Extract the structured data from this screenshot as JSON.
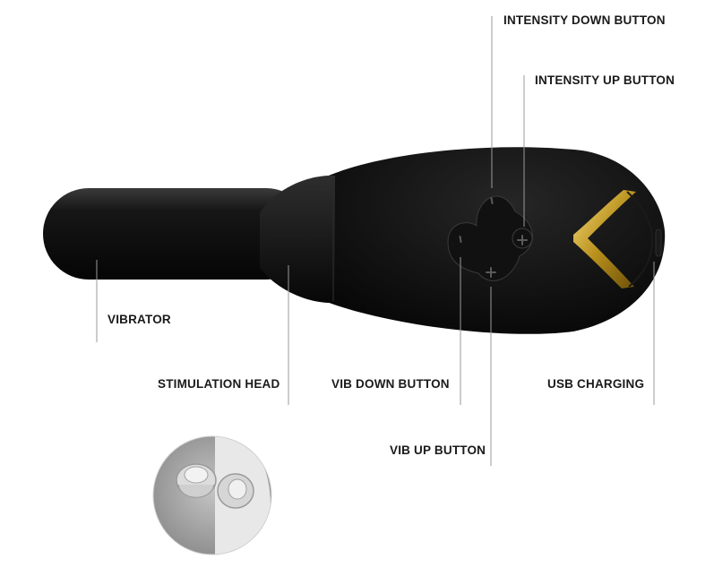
{
  "labels": {
    "intensity_down": "INTENSITY DOWN BUTTON",
    "intensity_up": "INTENSITY UP BUTTON",
    "vibrator": "VIBRATOR",
    "stimulation_head": "STIMULATION HEAD",
    "vib_down": "VIB DOWN BUTTON",
    "usb_charging": "USB CHARGING",
    "vib_up": "VIB UP BUTTON"
  },
  "colors": {
    "body": "#0c0c0c",
    "accent_gold": "#c9a227",
    "leader_line": "#9a9a9a",
    "inset_background": "#a8a8a8"
  },
  "icons": {
    "minus": "minus-icon",
    "plus": "plus-icon"
  }
}
